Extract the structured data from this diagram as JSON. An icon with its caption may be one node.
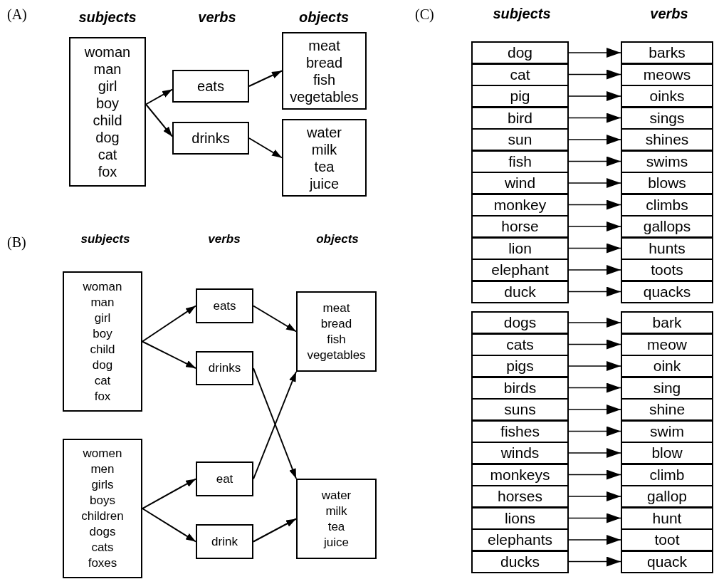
{
  "diagram": {
    "nodes": [
      {
        "text": [
          "woman",
          "man",
          "girl",
          "boy",
          "child",
          "dog",
          "cat",
          "fox"
        ]
      },
      {
        "text": [
          "eats"
        ]
      },
      {
        "text": [
          "drinks"
        ]
      },
      {
        "text": [
          "meat",
          "bread",
          "fish",
          "vegetables"
        ]
      },
      {
        "text": [
          "water",
          "milk",
          "tea",
          "juice"
        ]
      },
      {
        "text": [
          "woman",
          "man",
          "girl",
          "boy",
          "child",
          "dog",
          "cat",
          "fox"
        ]
      },
      {
        "text": [
          "eats"
        ]
      },
      {
        "text": [
          "drinks"
        ]
      },
      {
        "text": [
          "meat",
          "bread",
          "fish",
          "vegetables"
        ]
      },
      {
        "text": [
          "women",
          "men",
          "girls",
          "boys",
          "children",
          "dogs",
          "cats",
          "foxes"
        ]
      },
      {
        "text": [
          "eat"
        ]
      },
      {
        "text": [
          "drink"
        ]
      },
      {
        "text": [
          "water",
          "milk",
          "tea",
          "juice"
        ]
      },
      {
        "text": [
          "dog"
        ]
      },
      {
        "text": [
          "barks"
        ]
      },
      {
        "text": [
          "cat"
        ]
      },
      {
        "text": [
          "meows"
        ]
      },
      {
        "text": [
          "pig"
        ]
      },
      {
        "text": [
          "oinks"
        ]
      },
      {
        "text": [
          "bird"
        ]
      },
      {
        "text": [
          "sings"
        ]
      },
      {
        "text": [
          "sun"
        ]
      },
      {
        "text": [
          "shines"
        ]
      },
      {
        "text": [
          "fish"
        ]
      },
      {
        "text": [
          "swims"
        ]
      },
      {
        "text": [
          "wind"
        ]
      },
      {
        "text": [
          "blows"
        ]
      },
      {
        "text": [
          "monkey"
        ]
      },
      {
        "text": [
          "climbs"
        ]
      },
      {
        "text": [
          "horse"
        ]
      },
      {
        "text": [
          "gallops"
        ]
      },
      {
        "text": [
          "lion"
        ]
      },
      {
        "text": [
          "hunts"
        ]
      },
      {
        "text": [
          "elephant"
        ]
      },
      {
        "text": [
          "toots"
        ]
      },
      {
        "text": [
          "duck"
        ]
      },
      {
        "text": [
          "quacks"
        ]
      },
      {
        "text": [
          "dogs"
        ]
      },
      {
        "text": [
          "bark"
        ]
      },
      {
        "text": [
          "cats"
        ]
      },
      {
        "text": [
          "meow"
        ]
      },
      {
        "text": [
          "pigs"
        ]
      },
      {
        "text": [
          "oink"
        ]
      },
      {
        "text": [
          "birds"
        ]
      },
      {
        "text": [
          "sing"
        ]
      },
      {
        "text": [
          "suns"
        ]
      },
      {
        "text": [
          "shine"
        ]
      },
      {
        "text": [
          "fishes"
        ]
      },
      {
        "text": [
          "swim"
        ]
      },
      {
        "text": [
          "winds"
        ]
      },
      {
        "text": [
          "blow"
        ]
      },
      {
        "text": [
          "monkeys"
        ]
      },
      {
        "text": [
          "climb"
        ]
      },
      {
        "text": [
          "horses"
        ]
      },
      {
        "text": [
          "gallop"
        ]
      },
      {
        "text": [
          "lions"
        ]
      },
      {
        "text": [
          "hunt"
        ]
      },
      {
        "text": [
          "elephants"
        ]
      },
      {
        "text": [
          "toot"
        ]
      },
      {
        "text": [
          "ducks"
        ]
      },
      {
        "text": [
          "quack"
        ]
      }
    ],
    "edges": [
      {
        "from": 0,
        "to": 1,
        "arrow": "to"
      },
      {
        "from": 0,
        "to": 2,
        "arrow": "to"
      },
      {
        "from": 1,
        "to": 3,
        "arrow": "to"
      },
      {
        "from": 2,
        "to": 4,
        "arrow": "to"
      },
      {
        "from": 5,
        "to": 6,
        "arrow": "to"
      },
      {
        "from": 5,
        "to": 7,
        "arrow": "to"
      },
      {
        "from": 6,
        "to": 8,
        "arrow": "to"
      },
      {
        "from": 7,
        "to": 12,
        "arrow": "to"
      },
      {
        "from": 9,
        "to": 10,
        "arrow": "to"
      },
      {
        "from": 9,
        "to": 11,
        "arrow": "to"
      },
      {
        "from": 10,
        "to": 8,
        "arrow": "to"
      },
      {
        "from": 11,
        "to": 12,
        "arrow": "to"
      },
      {
        "from": 13,
        "to": 14,
        "arrow": "to"
      },
      {
        "from": 15,
        "to": 16,
        "arrow": "to"
      },
      {
        "from": 17,
        "to": 18,
        "arrow": "to"
      },
      {
        "from": 19,
        "to": 20,
        "arrow": "to"
      },
      {
        "from": 21,
        "to": 22,
        "arrow": "to"
      },
      {
        "from": 23,
        "to": 24,
        "arrow": "to"
      },
      {
        "from": 25,
        "to": 26,
        "arrow": "to"
      },
      {
        "from": 27,
        "to": 28,
        "arrow": "to"
      },
      {
        "from": 29,
        "to": 30,
        "arrow": "to"
      },
      {
        "from": 31,
        "to": 32,
        "arrow": "to"
      },
      {
        "from": 33,
        "to": 34,
        "arrow": "to"
      },
      {
        "from": 35,
        "to": 36,
        "arrow": "to"
      },
      {
        "from": 37,
        "to": 38,
        "arrow": "to"
      },
      {
        "from": 39,
        "to": 40,
        "arrow": "to"
      },
      {
        "from": 41,
        "to": 42,
        "arrow": "to"
      },
      {
        "from": 43,
        "to": 44,
        "arrow": "to"
      },
      {
        "from": 45,
        "to": 46,
        "arrow": "to"
      },
      {
        "from": 47,
        "to": 48,
        "arrow": "to"
      },
      {
        "from": 49,
        "to": 50,
        "arrow": "to"
      },
      {
        "from": 51,
        "to": 52,
        "arrow": "to"
      },
      {
        "from": 53,
        "to": 54,
        "arrow": "to"
      },
      {
        "from": 55,
        "to": 56,
        "arrow": "to"
      },
      {
        "from": 57,
        "to": 58,
        "arrow": "to"
      },
      {
        "from": 59,
        "to": 60,
        "arrow": "to"
      }
    ],
    "labels": [
      "(A)",
      "subjects",
      "verbs",
      "objects",
      "(B)",
      "subjects",
      "verbs",
      "objects",
      "(C)",
      "subjects",
      "verbs"
    ]
  }
}
